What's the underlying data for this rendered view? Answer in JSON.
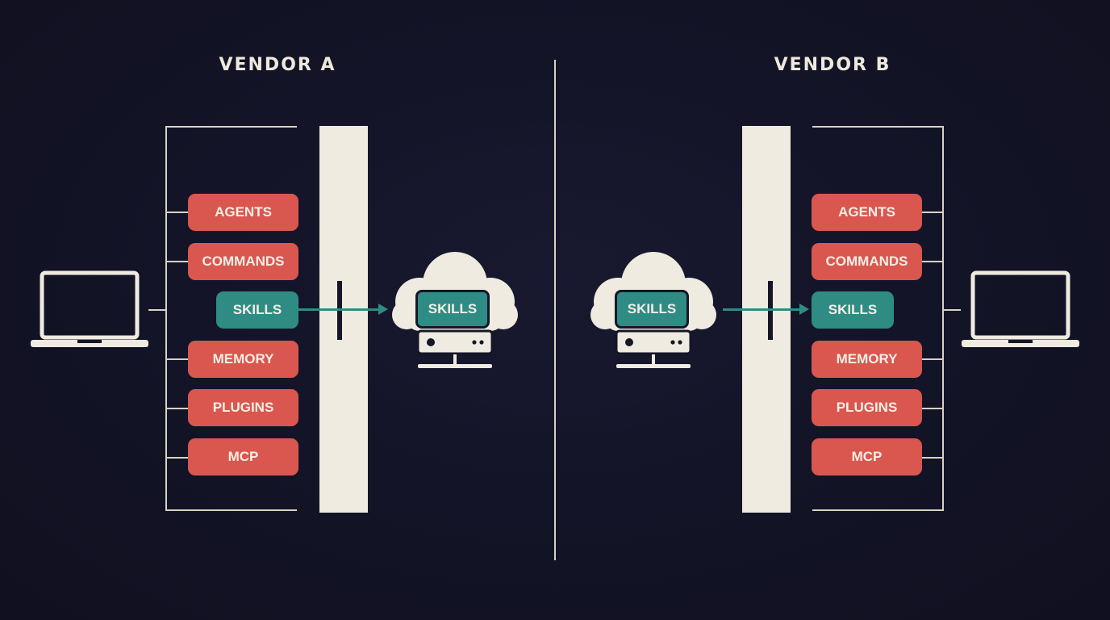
{
  "vendor_a": {
    "title": "VENDOR A",
    "items": [
      "AGENTS",
      "COMMANDS",
      "SKILLS",
      "MEMORY",
      "PLUGINS",
      "MCP"
    ],
    "cloud_label": "SKILLS"
  },
  "vendor_b": {
    "title": "VENDOR B",
    "items": [
      "AGENTS",
      "COMMANDS",
      "SKILLS",
      "MEMORY",
      "PLUGINS",
      "MCP"
    ],
    "cloud_label": "SKILLS"
  },
  "colors": {
    "background": "#14142a",
    "pill_red": "#d9574f",
    "pill_teal": "#2e8c85",
    "line": "#d8d2c6",
    "wall": "#efebe1"
  },
  "icons": {
    "device": "laptop-icon",
    "remote": "cloud-server-icon"
  }
}
